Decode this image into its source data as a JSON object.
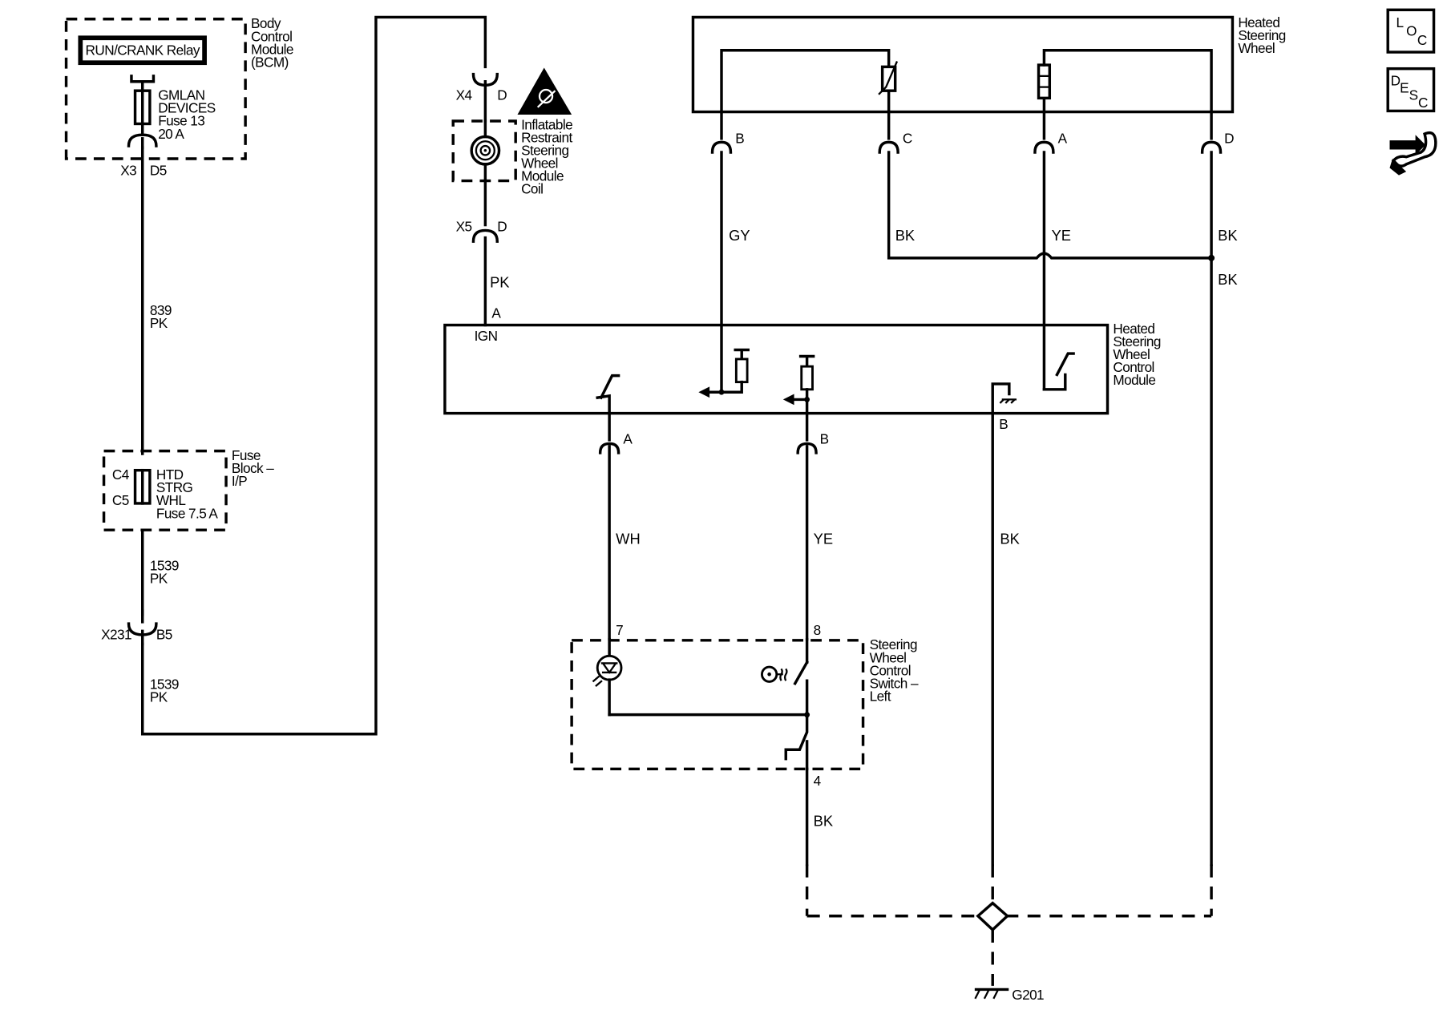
{
  "bcm": {
    "label_lines": [
      "Body",
      "Control",
      "Module",
      "(BCM)"
    ],
    "relay": "RUN/CRANK Relay",
    "fuse_lines": [
      "GMLAN",
      "DEVICES",
      "Fuse 13",
      "20 A"
    ],
    "conn": "X3",
    "pin": "D5"
  },
  "wire_839": {
    "circuit": "839",
    "color": "PK"
  },
  "fuse_block": {
    "label_lines": [
      "Fuse",
      "Block –",
      "I/P"
    ],
    "pin_in": "C4",
    "pin_out": "C5",
    "fuse_lines": [
      "HTD",
      "STRG",
      "WHL",
      "Fuse 7.5 A"
    ]
  },
  "wire_1539a": {
    "circuit": "1539",
    "color": "PK"
  },
  "conn_x231": {
    "name": "X231",
    "pin": "B5"
  },
  "wire_1539b": {
    "circuit": "1539",
    "color": "PK"
  },
  "x4": {
    "name": "X4",
    "pin": "D"
  },
  "coil": {
    "label_lines": [
      "Inflatable",
      "Restraint",
      "Steering",
      "Wheel",
      "Module",
      "Coil"
    ]
  },
  "x5": {
    "name": "X5",
    "pin": "D"
  },
  "wire_ign": {
    "color": "PK",
    "pin": "A",
    "terminal": "IGN"
  },
  "hsw": {
    "label_lines": [
      "Heated",
      "Steering",
      "Wheel"
    ],
    "pins": {
      "b": "B",
      "c": "C",
      "a": "A",
      "d": "D"
    },
    "wires": {
      "b": "GY",
      "c": "BK",
      "a": "YE",
      "d": "BK",
      "d2": "BK"
    }
  },
  "hswcm": {
    "label_lines": [
      "Heated",
      "Steering",
      "Wheel",
      "Control",
      "Module"
    ],
    "pins": {
      "a": "A",
      "b": "B",
      "gnd": "B"
    },
    "wires": {
      "a": "WH",
      "b": "YE",
      "gnd": "BK"
    }
  },
  "switch": {
    "label_lines": [
      "Steering",
      "Wheel",
      "Control",
      "Switch –",
      "Left"
    ],
    "pin7": "7",
    "pin8": "8",
    "pin4": "4",
    "wire4": "BK"
  },
  "ground": {
    "name": "G201"
  },
  "side_icons": {
    "loc": [
      "L",
      "O",
      "C"
    ],
    "desc": [
      "D",
      "E",
      "S",
      "C"
    ],
    "nav": "arrow-wrench-icon"
  }
}
